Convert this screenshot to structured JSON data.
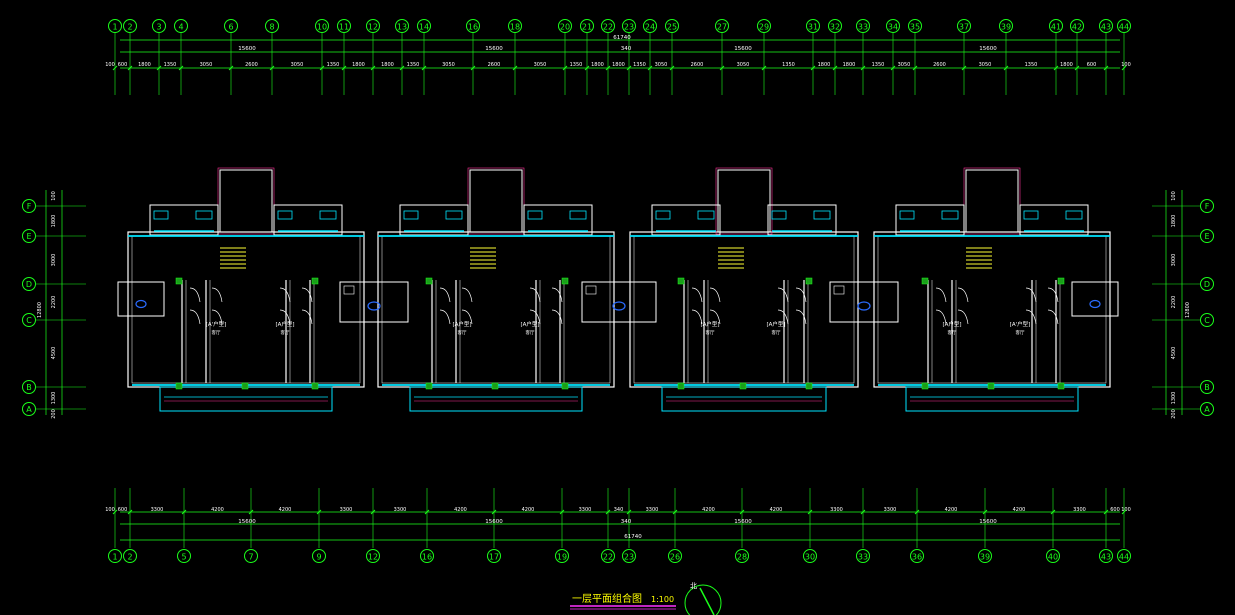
{
  "drawing": {
    "title": "一层平面组合图",
    "scale": "1:100",
    "north_label": "北",
    "overall_length": "61740"
  },
  "top_axes": [
    "1",
    "2",
    "3",
    "4",
    "6",
    "8",
    "10",
    "11",
    "12",
    "13",
    "14",
    "16",
    "18",
    "20",
    "21",
    "22",
    "23",
    "24",
    "25",
    "27",
    "29",
    "31",
    "32",
    "33",
    "34",
    "35",
    "37",
    "39",
    "41",
    "42",
    "43",
    "44"
  ],
  "top_dims": [
    "100",
    "600",
    "1800",
    "1350",
    "3050",
    "2600",
    "3050",
    "1350",
    "1800",
    "1800",
    "1350",
    "3050",
    "2600",
    "3050",
    "1350",
    "1800",
    "1800",
    "1350",
    "3050",
    "2600",
    "3050",
    "1350",
    "1800",
    "1800",
    "1350",
    "3050",
    "2600",
    "3050",
    "1350",
    "1800",
    "600",
    "100"
  ],
  "top_unit_dims": [
    "15600",
    "15600",
    "340",
    "15600",
    "15600"
  ],
  "bottom_axes": [
    "1",
    "2",
    "5",
    "7",
    "9",
    "12",
    "16",
    "17",
    "19",
    "22",
    "23",
    "26",
    "28",
    "30",
    "33",
    "36",
    "39",
    "40",
    "43",
    "44"
  ],
  "bottom_dims": [
    "100",
    "600",
    "3300",
    "4200",
    "4200",
    "3300",
    "3300",
    "4200",
    "4200",
    "3300",
    "340",
    "3300",
    "4200",
    "4200",
    "3300",
    "3300",
    "4200",
    "4200",
    "3300",
    "600",
    "100"
  ],
  "bottom_unit_dims": [
    "15600",
    "15600",
    "340",
    "15600",
    "15600"
  ],
  "row_axes": [
    "F",
    "E",
    "D",
    "C",
    "B",
    "A"
  ],
  "left_dims": [
    "100",
    "1800",
    "3000",
    "2200",
    "4500",
    "1300",
    "200"
  ],
  "total_depth": "12800",
  "room_labels": [
    "[A'户型]",
    "[A户型]",
    "[A户型]",
    "[A户型]",
    "[A户型]",
    "[A户型]",
    "[A户型]",
    "[A'户型]"
  ],
  "room_sublabel": "客厅",
  "colors": {
    "axis": "#1aff1a",
    "dim": "#1aff1a",
    "wall": "#ffffff",
    "window": "#00e5ff",
    "accent": "#ff3399",
    "stair": "#ffff33",
    "fixture": "#2a6bff",
    "title": "#ffff00"
  }
}
